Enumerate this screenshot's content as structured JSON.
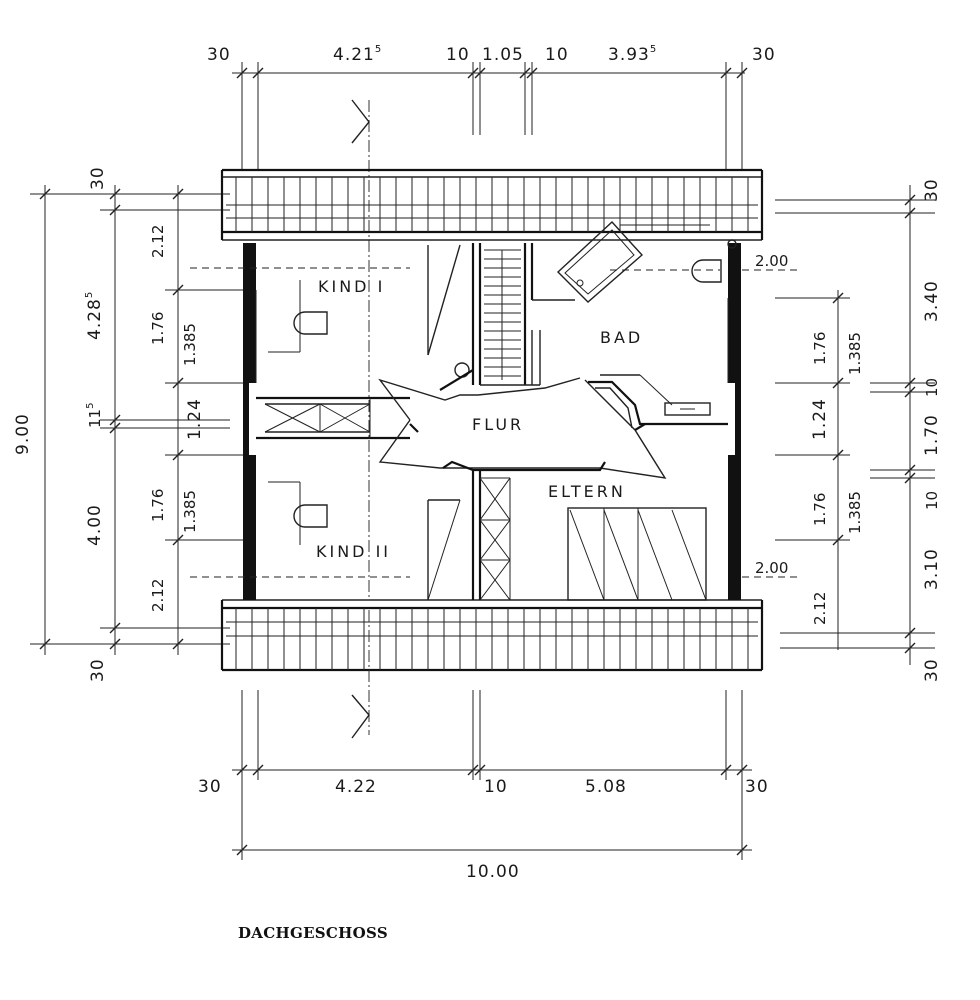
{
  "title": "DACHGESCHOSS",
  "rooms": {
    "kind1": "KIND I",
    "kind2": "KIND II",
    "bad": "BAD",
    "flur": "FLUR",
    "eltern": "ELTERN"
  },
  "dims_top": {
    "a": "30",
    "b": "4.21",
    "b_sup": "5",
    "c": "10",
    "d": "1.05",
    "e": "10",
    "f": "3.93",
    "f_sup": "5",
    "g": "30"
  },
  "dims_bottom": {
    "a": "30",
    "b": "4.22",
    "c": "10",
    "d": "5.08",
    "e": "30",
    "total": "10.00"
  },
  "dims_left": {
    "total": "9.00",
    "top30": "30",
    "v1": "4.28",
    "v1_sup": "5",
    "v2": "11",
    "v2_sup": "5",
    "v3": "4.00",
    "bot30": "30",
    "w1": "2.12",
    "w2": "1.76",
    "w3": "1.24",
    "w4": "1.76",
    "w5": "2.12",
    "h1": "1.385",
    "h2": "1.385"
  },
  "dims_right": {
    "top30": "30",
    "r1": "3.40",
    "r2": "10",
    "r3": "1.70",
    "r4": "10",
    "r5": "3.10",
    "bot30": "30",
    "w1": "1.76",
    "w2": "1.24",
    "w3": "1.76",
    "w4": "2.12",
    "h1": "1.385",
    "h2": "1.385",
    "lvl1": "2.00",
    "lvl2": "2.00"
  }
}
